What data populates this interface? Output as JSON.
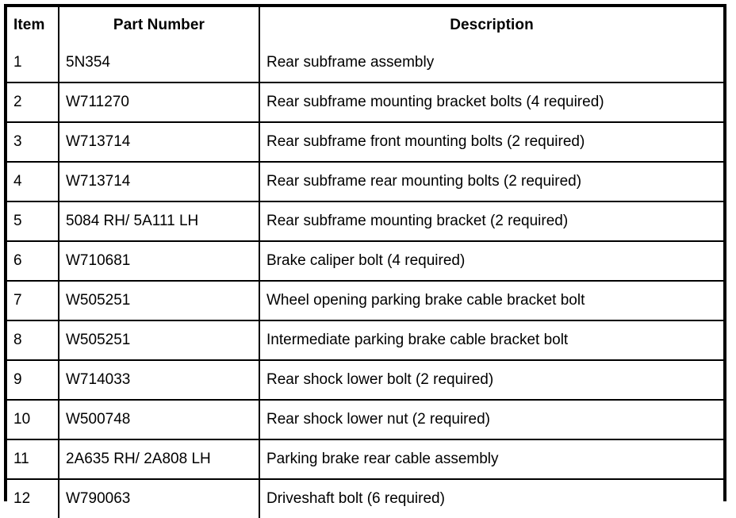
{
  "table": {
    "columns": [
      {
        "key": "item",
        "label": "Item",
        "align": "left"
      },
      {
        "key": "part_number",
        "label": "Part Number",
        "align": "center"
      },
      {
        "key": "description",
        "label": "Description",
        "align": "center"
      }
    ],
    "rows": [
      {
        "item": "1",
        "part_number": "5N354",
        "description": "Rear subframe assembly"
      },
      {
        "item": "2",
        "part_number": "W711270",
        "description": "Rear subframe mounting bracket bolts (4 required)"
      },
      {
        "item": "3",
        "part_number": "W713714",
        "description": "Rear subframe front mounting bolts (2 required)"
      },
      {
        "item": "4",
        "part_number": "W713714",
        "description": "Rear subframe rear mounting bolts (2 required)"
      },
      {
        "item": "5",
        "part_number": "5084 RH/ 5A111 LH",
        "description": "Rear subframe mounting bracket (2 required)"
      },
      {
        "item": "6",
        "part_number": "W710681",
        "description": "Brake caliper bolt (4 required)"
      },
      {
        "item": "7",
        "part_number": "W505251",
        "description": "Wheel opening parking brake cable bracket bolt"
      },
      {
        "item": "8",
        "part_number": "W505251",
        "description": "Intermediate parking brake cable bracket bolt"
      },
      {
        "item": "9",
        "part_number": "W714033",
        "description": "Rear shock lower bolt (2 required)"
      },
      {
        "item": "10",
        "part_number": "W500748",
        "description": "Rear shock lower nut (2 required)"
      },
      {
        "item": "11",
        "part_number": "2A635 RH/ 2A808 LH",
        "description": "Parking brake rear cable assembly"
      },
      {
        "item": "12",
        "part_number": "W790063",
        "description": "Driveshaft bolt (6 required)"
      }
    ]
  },
  "colors": {
    "rule": "#000000",
    "text": "#000000",
    "background": "#ffffff"
  }
}
